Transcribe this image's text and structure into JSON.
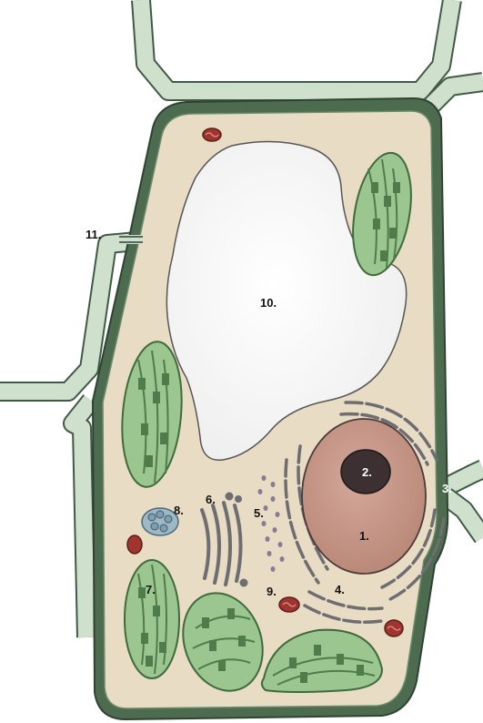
{
  "diagram": {
    "labels": {
      "nucleus": "1.",
      "nucleolus": "2.",
      "cell_wall": "3.",
      "endoplasmic_reticulum": "4.",
      "vesicles": "5.",
      "golgi": "6.",
      "chloroplast": "7.",
      "amyloplast": "8.",
      "mitochondrion": "9.",
      "vacuole": "10.",
      "plasmodesma": "11."
    },
    "colors": {
      "wall_fill": "#cfe0cd",
      "wall_stroke": "#3f5a45",
      "membrane": "#4d6b4f",
      "cytoplasm": "#e8dcc4",
      "vacuole": "#f7f7f7",
      "nucleus": "#c99a8c",
      "nucleolus": "#3d3033",
      "chloroplast": "#9cc690",
      "thylakoid": "#4f7c4a",
      "mitochondria": "#a03530",
      "er_golgi": "#6e6e72",
      "vesicles": "#8a7a95",
      "amyloplast": "#7f9fb0"
    }
  }
}
